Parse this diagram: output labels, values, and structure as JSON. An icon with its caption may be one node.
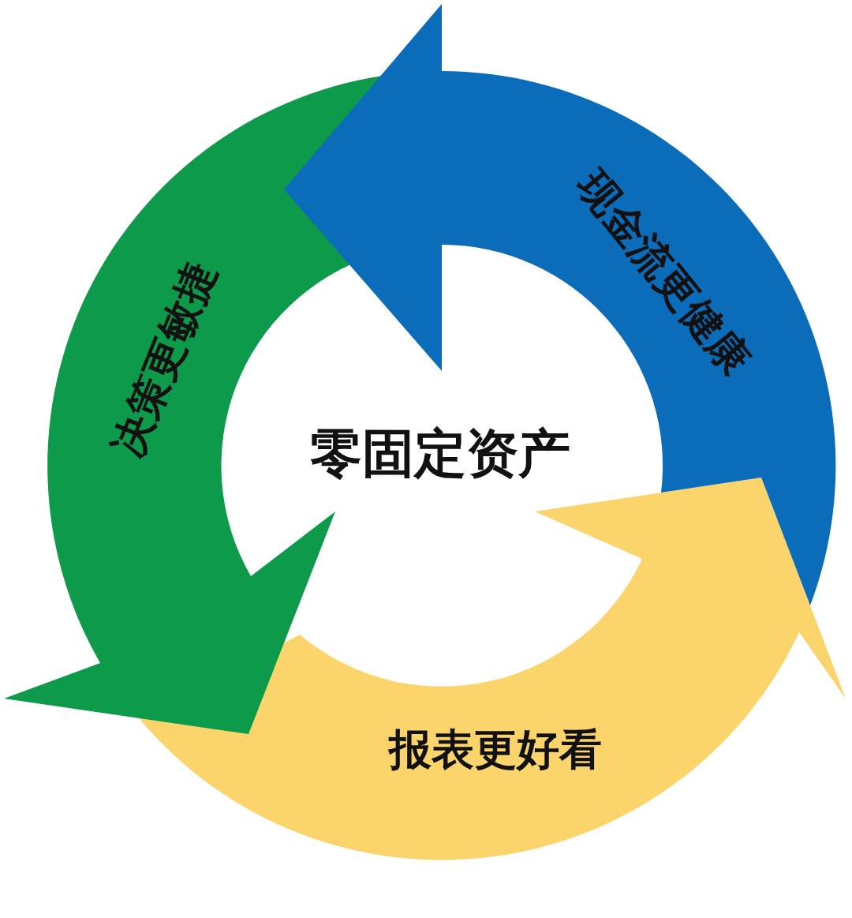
{
  "diagram": {
    "nodes": [
      {
        "text": [
          "现金流更健康"
        ]
      },
      {
        "text": [
          "决策更敏捷"
        ]
      },
      {
        "text": [
          "报表更好看"
        ]
      }
    ],
    "labels": [
      "零固定资产"
    ]
  }
}
